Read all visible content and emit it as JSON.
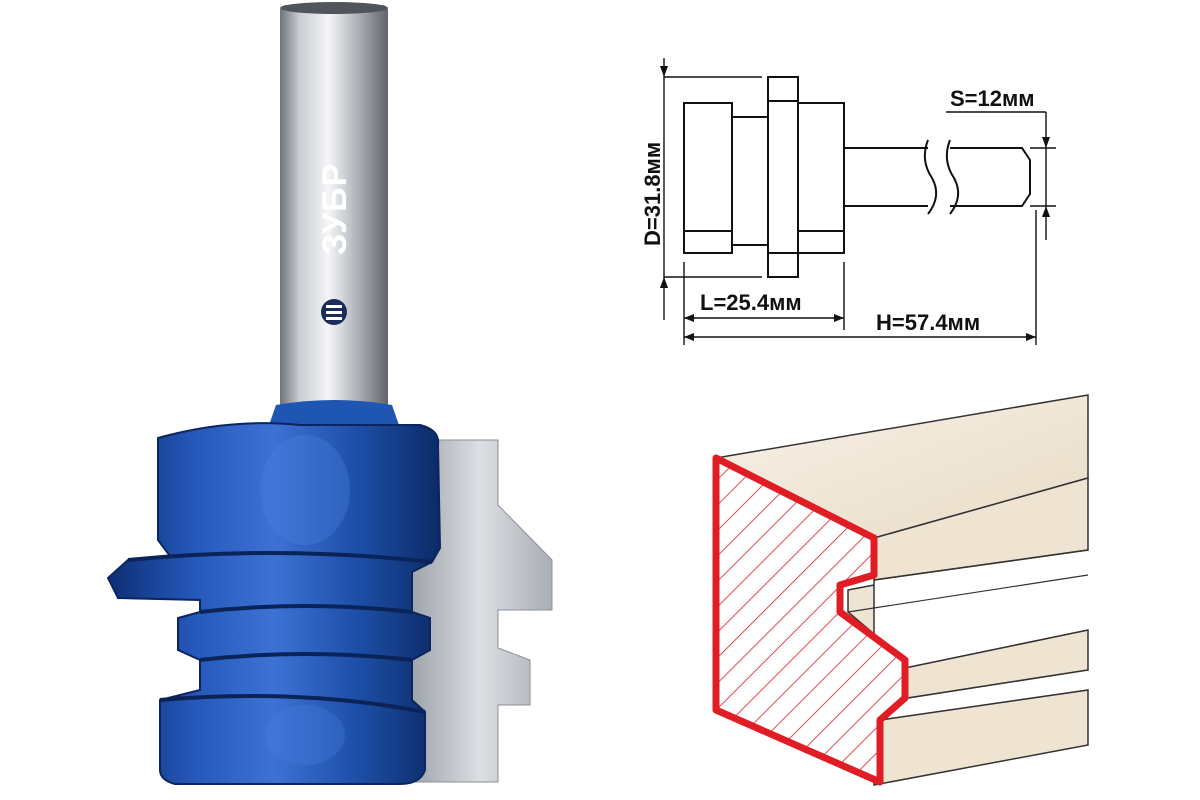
{
  "product": {
    "brand_label": "ЗУБР"
  },
  "dimensions": {
    "diameter_label": "D=31.8мм",
    "cutting_length_label": "L=25.4мм",
    "total_height_label": "H=57.4мм",
    "shank_label": "S=12мм"
  },
  "colors": {
    "body_blue": "#1d4fa8",
    "shank_silver": "#b8bcc2",
    "profile_red": "#e01c24",
    "wood_face": "#f1e7d8"
  }
}
